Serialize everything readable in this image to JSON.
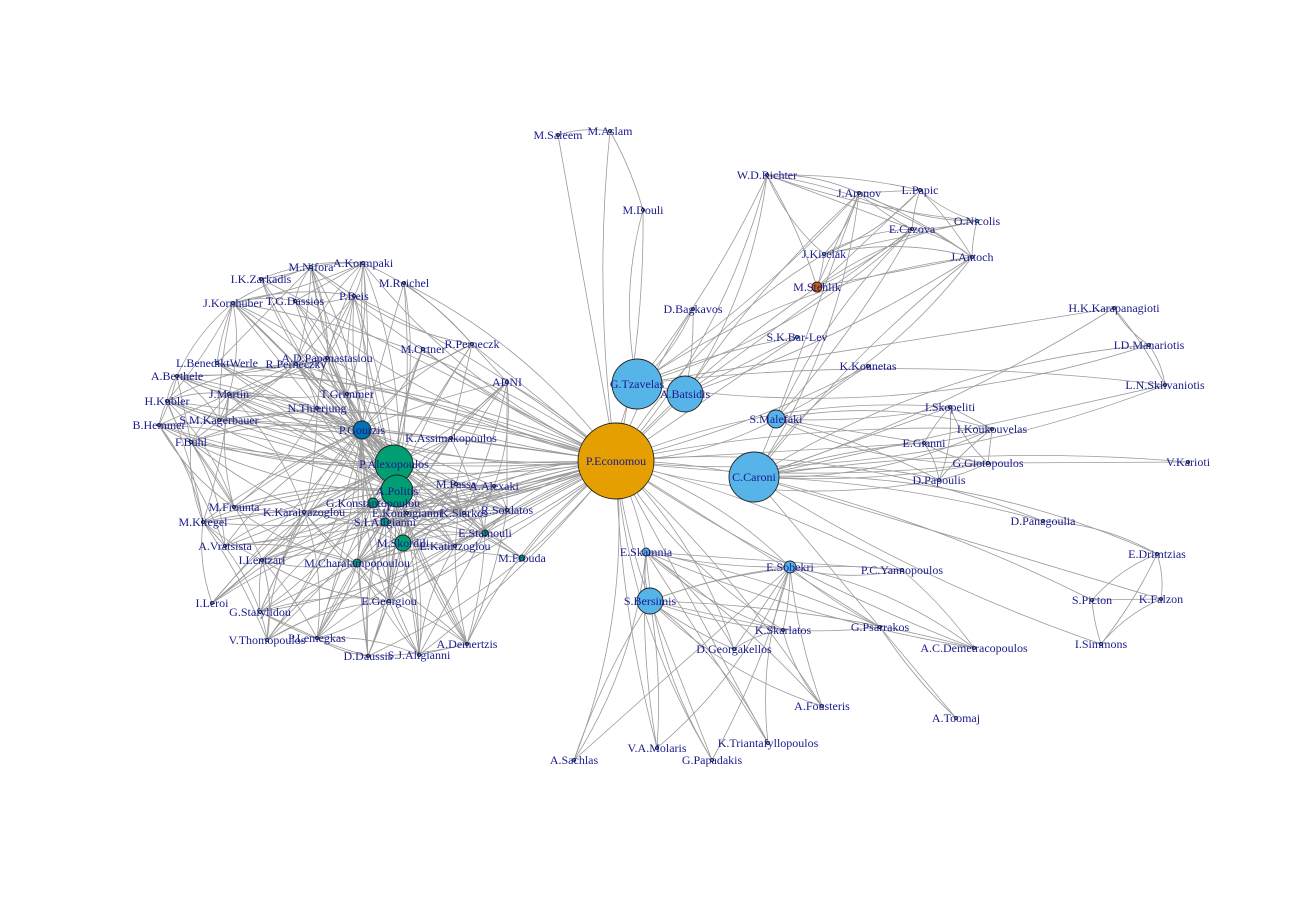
{
  "colors": {
    "edge": "#9a9a9a",
    "label": "#1a1a8c",
    "group_orange": "#E69F00",
    "group_blue": "#56B4E9",
    "group_green": "#009E73",
    "group_dark_blue": "#0072B2",
    "group_red": "#D55E00"
  },
  "hub": "P.Economou",
  "nodes": [
    {
      "id": "P.Economou",
      "group": "orange",
      "size": 38
    },
    {
      "id": "G.Tzavelas",
      "group": "blue",
      "size": 25
    },
    {
      "id": "C.Caroni",
      "group": "blue",
      "size": 25
    },
    {
      "id": "A.Batsidis",
      "group": "blue",
      "size": 18
    },
    {
      "id": "S.Bersimis",
      "group": "blue",
      "size": 13
    },
    {
      "id": "S.Malefaki",
      "group": "blue",
      "size": 9
    },
    {
      "id": "E.Sobekri",
      "group": "blue",
      "size": 6
    },
    {
      "id": "E.Skamnia",
      "group": "blue",
      "size": 4
    },
    {
      "id": "P.Alexopoulos",
      "group": "green",
      "size": 19
    },
    {
      "id": "A.Politis",
      "group": "green",
      "size": 16
    },
    {
      "id": "M.Skordili",
      "group": "green",
      "size": 8
    },
    {
      "id": "G.Konstantopoulou",
      "group": "green",
      "size": 5
    },
    {
      "id": "S.I.Aligianni",
      "group": "green",
      "size": 4
    },
    {
      "id": "E.Stamouli",
      "group": "green",
      "size": 3
    },
    {
      "id": "M.Froudа",
      "group": "green",
      "size": 3
    },
    {
      "id": "M.Charalampopoulou",
      "group": "green",
      "size": 4
    },
    {
      "id": "P.Gourzis",
      "group": "dark_blue",
      "size": 9
    },
    {
      "id": "M.Stehlik",
      "group": "red",
      "size": 5
    },
    {
      "id": "M.Saleem",
      "group": "none",
      "size": 0
    },
    {
      "id": "M.Aslam",
      "group": "none",
      "size": 0
    },
    {
      "id": "M.Douli",
      "group": "none",
      "size": 0
    },
    {
      "id": "W.D.Richter",
      "group": "none",
      "size": 0
    },
    {
      "id": "J.Aronov",
      "group": "none",
      "size": 0
    },
    {
      "id": "L.Papic",
      "group": "none",
      "size": 0
    },
    {
      "id": "E.Cezova",
      "group": "none",
      "size": 0
    },
    {
      "id": "O.Nicolis",
      "group": "none",
      "size": 0
    },
    {
      "id": "J.Kiselak",
      "group": "none",
      "size": 0
    },
    {
      "id": "J.Antoch",
      "group": "none",
      "size": 0
    },
    {
      "id": "D.Bagkavos",
      "group": "none",
      "size": 0
    },
    {
      "id": "S.K.Bar-Lev",
      "group": "none",
      "size": 0
    },
    {
      "id": "K.Kounetas",
      "group": "none",
      "size": 0
    },
    {
      "id": "H.K.Karapanagioti",
      "group": "none",
      "size": 0
    },
    {
      "id": "I.D.Manariotis",
      "group": "none",
      "size": 0
    },
    {
      "id": "L.N.Sklivaniotis",
      "group": "none",
      "size": 0
    },
    {
      "id": "I.Skopeliti",
      "group": "none",
      "size": 0
    },
    {
      "id": "I.Koukouvelas",
      "group": "none",
      "size": 0
    },
    {
      "id": "E.Gianni",
      "group": "none",
      "size": 0
    },
    {
      "id": "G.Giotopoulos",
      "group": "none",
      "size": 0
    },
    {
      "id": "V.Karioti",
      "group": "none",
      "size": 0
    },
    {
      "id": "D.Papoulis",
      "group": "none",
      "size": 0
    },
    {
      "id": "D.Panagoulia",
      "group": "none",
      "size": 0
    },
    {
      "id": "E.Drimtzias",
      "group": "none",
      "size": 0
    },
    {
      "id": "S.Picton",
      "group": "none",
      "size": 0
    },
    {
      "id": "K.Falzon",
      "group": "none",
      "size": 0
    },
    {
      "id": "I.Simmons",
      "group": "none",
      "size": 0
    },
    {
      "id": "P.C.Yannopoulos",
      "group": "none",
      "size": 0
    },
    {
      "id": "G.Psarrakos",
      "group": "none",
      "size": 0
    },
    {
      "id": "A.C.Demetracopoulos",
      "group": "none",
      "size": 0
    },
    {
      "id": "K.Skarlatos",
      "group": "none",
      "size": 0
    },
    {
      "id": "D.Georgakellos",
      "group": "none",
      "size": 0
    },
    {
      "id": "A.Fousteris",
      "group": "none",
      "size": 0
    },
    {
      "id": "A.Toomaj",
      "group": "none",
      "size": 0
    },
    {
      "id": "K.Triantafyllopoulos",
      "group": "none",
      "size": 0
    },
    {
      "id": "V.A.Molaris",
      "group": "none",
      "size": 0
    },
    {
      "id": "G.Papadakis",
      "group": "none",
      "size": 0
    },
    {
      "id": "A.Sachlas",
      "group": "none",
      "size": 0
    },
    {
      "id": "M.Ortner",
      "group": "none",
      "size": 0
    },
    {
      "id": "R.Perneczk",
      "group": "none",
      "size": 0
    },
    {
      "id": "ADNI",
      "group": "none",
      "size": 0
    },
    {
      "id": "M.Reichel",
      "group": "none",
      "size": 0
    },
    {
      "id": "A.Kormpaki",
      "group": "none",
      "size": 0
    },
    {
      "id": "M.Nifora",
      "group": "none",
      "size": 0
    },
    {
      "id": "I.K.Zarkadis",
      "group": "none",
      "size": 0
    },
    {
      "id": "P.Beis",
      "group": "none",
      "size": 0
    },
    {
      "id": "J.Kornhuber",
      "group": "none",
      "size": 0
    },
    {
      "id": "T.G.Dassios",
      "group": "none",
      "size": 0
    },
    {
      "id": "A.D.Papanastasiou",
      "group": "none",
      "size": 0
    },
    {
      "id": "R.Perneczky",
      "group": "none",
      "size": 0
    },
    {
      "id": "L.BenediktWerle",
      "group": "none",
      "size": 0
    },
    {
      "id": "A.Berthele",
      "group": "none",
      "size": 0
    },
    {
      "id": "J.Martin",
      "group": "none",
      "size": 0
    },
    {
      "id": "T.Grimmer",
      "group": "none",
      "size": 0
    },
    {
      "id": "H.Kubler",
      "group": "none",
      "size": 0
    },
    {
      "id": "N.Thierjung",
      "group": "none",
      "size": 0
    },
    {
      "id": "S.M.Kagerbauer",
      "group": "none",
      "size": 0
    },
    {
      "id": "B.Hemmer",
      "group": "none",
      "size": 0
    },
    {
      "id": "F.Buhl",
      "group": "none",
      "size": 0
    },
    {
      "id": "K.Assimakopoulos",
      "group": "none",
      "size": 0
    },
    {
      "id": "M.Passa",
      "group": "none",
      "size": 0
    },
    {
      "id": "A.Alexaki",
      "group": "none",
      "size": 0
    },
    {
      "id": "M.Frounta",
      "group": "none",
      "size": 0
    },
    {
      "id": "K.Karaivazoglou",
      "group": "none",
      "size": 0
    },
    {
      "id": "E.Kontogianni",
      "group": "none",
      "size": 0
    },
    {
      "id": "K.Siarkos",
      "group": "none",
      "size": 0
    },
    {
      "id": "R.Soldatos",
      "group": "none",
      "size": 0
    },
    {
      "id": "M.Kliegel",
      "group": "none",
      "size": 0
    },
    {
      "id": "A.Vratsista",
      "group": "none",
      "size": 0
    },
    {
      "id": "I.Lentzari",
      "group": "none",
      "size": 0
    },
    {
      "id": "E.Katirtzoglou",
      "group": "none",
      "size": 0
    },
    {
      "id": "I.Leroi",
      "group": "none",
      "size": 0
    },
    {
      "id": "G.Stafylidou",
      "group": "none",
      "size": 0
    },
    {
      "id": "E.Georgiou",
      "group": "none",
      "size": 0
    },
    {
      "id": "V.Thomopoulos",
      "group": "none",
      "size": 0
    },
    {
      "id": "P.Lemegkas",
      "group": "none",
      "size": 0
    },
    {
      "id": "A.Demertzis",
      "group": "none",
      "size": 0
    },
    {
      "id": "D.Daussis",
      "group": "none",
      "size": 0
    },
    {
      "id": "S.J.Aligianni",
      "group": "none",
      "size": 0
    }
  ]
}
